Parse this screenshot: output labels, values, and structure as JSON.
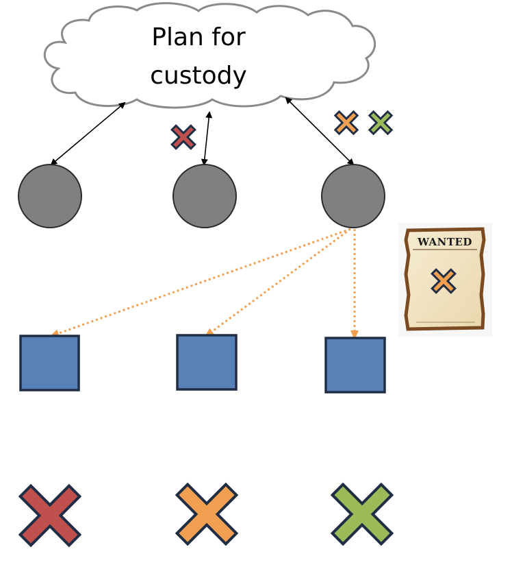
{
  "cloud": {
    "lines": [
      "Plan for",
      "custody"
    ]
  },
  "poster": {
    "title": "WANTED",
    "mark_color": "#f0a050"
  },
  "colors": {
    "cloud_fill": "#ffffff",
    "cloud_stroke": "#8a8a8a",
    "circle_fill": "#808080",
    "circle_stroke": "#2a2a2a",
    "square_fill": "#5a80b8",
    "square_stroke": "#1f2d45",
    "arrow": "#000000",
    "dotted_arrow": "#f0a050",
    "x_red": "#c0504d",
    "x_orange": "#f0a050",
    "x_green": "#9bbb59",
    "x_stroke": "#1f2d45"
  },
  "icons": {
    "big_marks": [
      "x-mark-red-icon",
      "x-mark-orange-icon",
      "x-mark-green-icon"
    ],
    "small_marks": [
      "x-mark-red-small-icon",
      "x-mark-orange-small-icon",
      "x-mark-green-small-icon"
    ]
  }
}
